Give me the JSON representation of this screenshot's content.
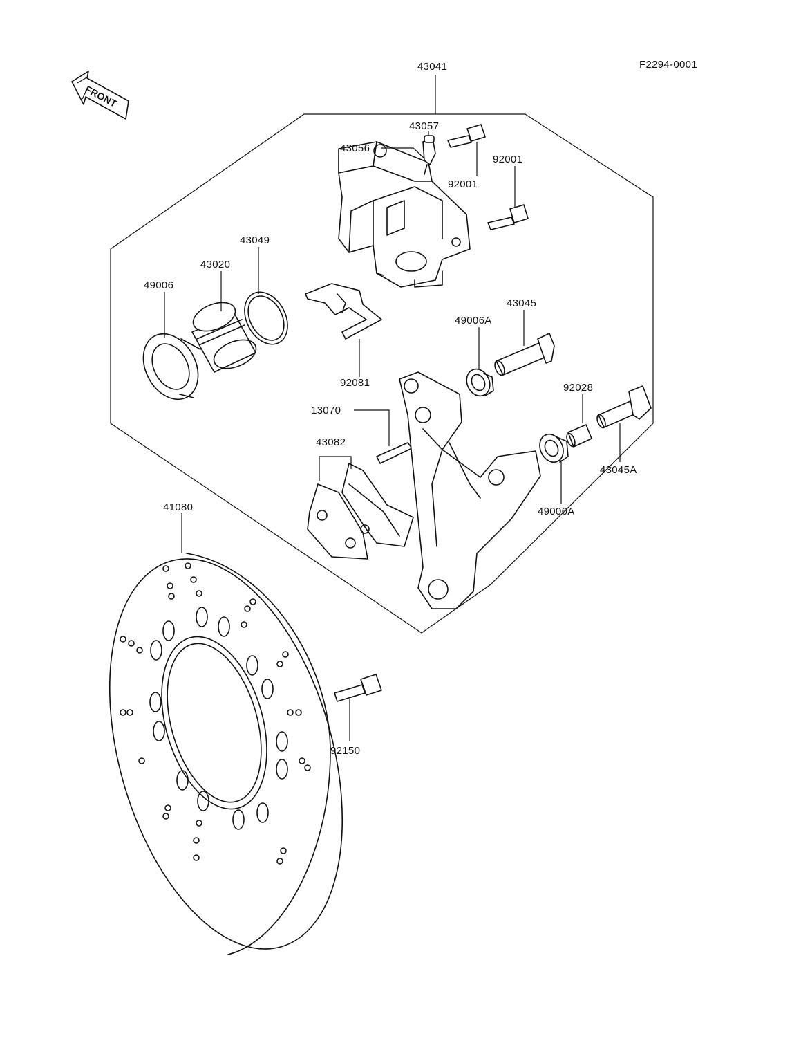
{
  "diagram": {
    "ref_code": "F2294-0001",
    "front_label": "FRONT",
    "parts": {
      "p43041": "43041",
      "p43057": "43057",
      "p43056": "43056",
      "p92001a": "92001",
      "p92001b": "92001",
      "p43049": "43049",
      "p43020": "43020",
      "p49006": "49006",
      "p43045": "43045",
      "p49006A_top": "49006A",
      "p92081": "92081",
      "p92028": "92028",
      "p13070": "13070",
      "p43082": "43082",
      "p43045A": "43045A",
      "p49006A_bottom": "49006A",
      "p41080": "41080",
      "p92150": "92150"
    }
  }
}
